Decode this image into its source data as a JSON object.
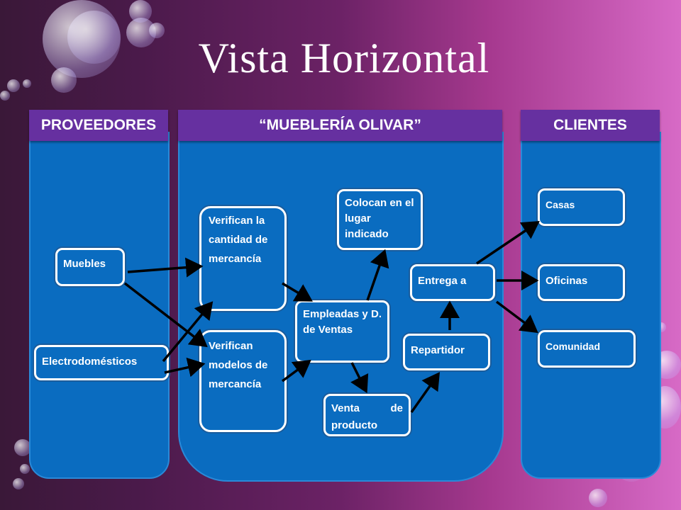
{
  "title": "Vista Horizontal",
  "headers": {
    "proveedores": "PROVEEDORES",
    "muebleria": "“MUEBLERÍA OLIVAR”",
    "clientes": "CLIENTES"
  },
  "nodes": {
    "muebles": "Muebles",
    "electrodomesticos": "Electrodomésticos",
    "verifican_cantidad": "Verifican la cantidad de mercancía",
    "verifican_modelos": "Verifican modelos de mercancía",
    "colocan": "Colocan en el lugar indicado",
    "empleadas": "Empleadas y D. de Ventas",
    "venta": "Venta de producto",
    "entrega": "Entrega a",
    "repartidor": "Repartidor",
    "casas": "Casas",
    "oficinas": "Oficinas",
    "comunidad": "Comunidad"
  },
  "colors": {
    "panel": "#0a6cc0",
    "header": "#6630a0",
    "arrow": "#000000"
  }
}
